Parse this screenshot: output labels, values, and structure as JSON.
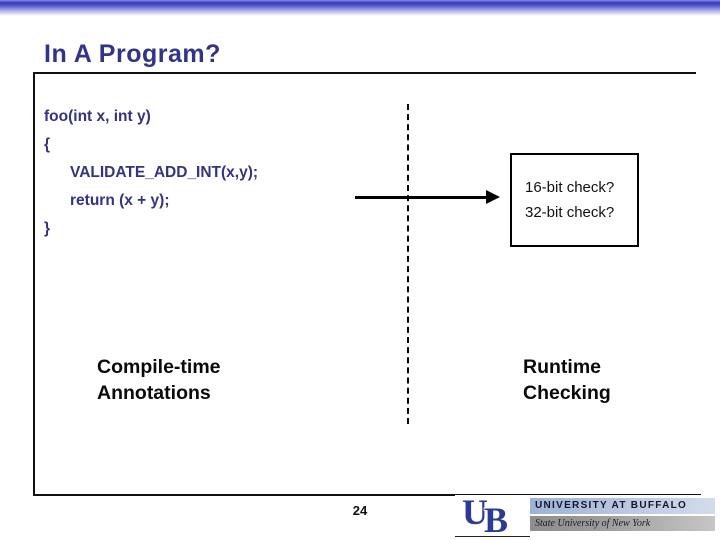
{
  "title": "In A Program?",
  "page_number": "24",
  "code": {
    "lines": [
      {
        "text": "foo(int x, int y)"
      },
      {
        "text": "{"
      },
      {
        "text": "VALIDATE_ADD_INT(x,y);"
      },
      {
        "text": "return (x + y);"
      },
      {
        "text": "}"
      }
    ]
  },
  "check_box": {
    "lines": [
      "16-bit check?",
      "32-bit check?"
    ]
  },
  "labels": {
    "left": [
      "Compile-time",
      "Annotations"
    ],
    "right": [
      "Runtime",
      "Checking"
    ]
  },
  "logo": {
    "mark_letters": [
      "U",
      "B"
    ],
    "institution": "UNIVERSITY AT BUFFALO",
    "system": "State University of New York"
  },
  "colors": {
    "title": "#333388",
    "code": "#333380",
    "accent_bar_blue": "#3838c0",
    "logo_blue": "#2b3a94",
    "logo_bar_blue": "#b3c2dd",
    "logo_bar_gray": "#9a9a9a"
  }
}
